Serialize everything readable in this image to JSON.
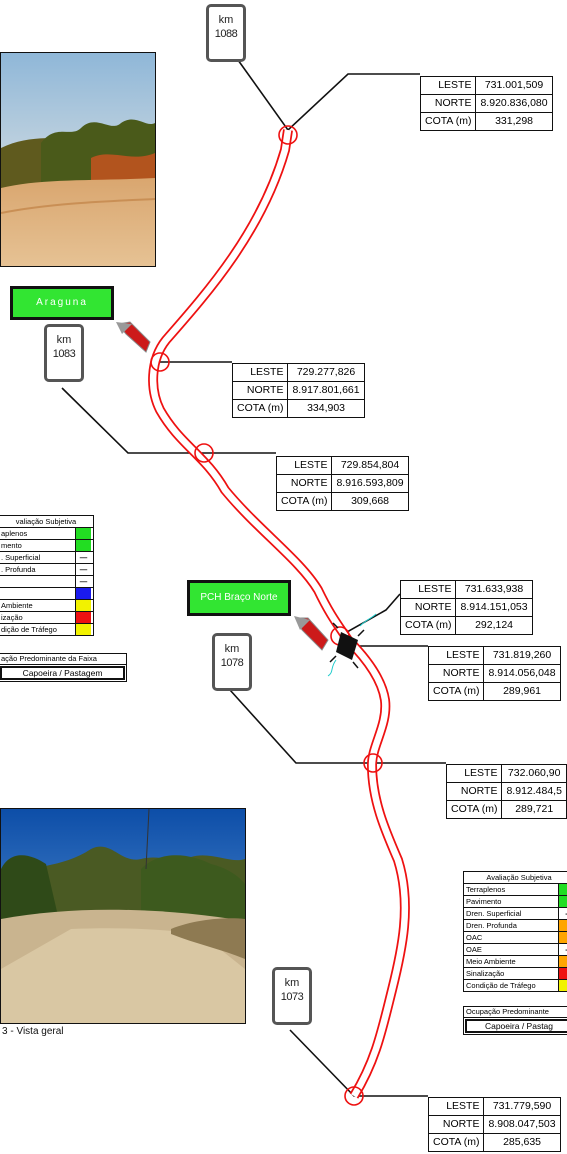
{
  "km_markers": [
    {
      "unit": "km",
      "value": "1088"
    },
    {
      "unit": "km",
      "value": "1083"
    },
    {
      "unit": "km",
      "value": "1078"
    },
    {
      "unit": "km",
      "value": "1073"
    }
  ],
  "coordinates": [
    {
      "leste_label": "LESTE",
      "leste": "731.001,509",
      "norte_label": "NORTE",
      "norte": "8.920.836,080",
      "cota_label": "COTA (m)",
      "cota": "331,298"
    },
    {
      "leste_label": "LESTE",
      "leste": "729.277,826",
      "norte_label": "NORTE",
      "norte": "8.917.801,661",
      "cota_label": "COTA (m)",
      "cota": "334,903"
    },
    {
      "leste_label": "LESTE",
      "leste": "729.854,804",
      "norte_label": "NORTE",
      "norte": "8.916.593,809",
      "cota_label": "COTA (m)",
      "cota": "309,668"
    },
    {
      "leste_label": "LESTE",
      "leste": "731.633,938",
      "norte_label": "NORTE",
      "norte": "8.914.151,053",
      "cota_label": "COTA (m)",
      "cota": "292,124"
    },
    {
      "leste_label": "LESTE",
      "leste": "731.819,260",
      "norte_label": "NORTE",
      "norte": "8.914.056,048",
      "cota_label": "COTA (m)",
      "cota": "289,961"
    },
    {
      "leste_label": "LESTE",
      "leste": "732.060,90",
      "norte_label": "NORTE",
      "norte": "8.912.484,5",
      "cota_label": "COTA (m)",
      "cota": "289,721"
    },
    {
      "leste_label": "LESTE",
      "leste": "731.779,590",
      "norte_label": "NORTE",
      "norte": "8.908.047,503",
      "cota_label": "COTA (m)",
      "cota": "285,635"
    }
  ],
  "places": {
    "arauna": "Araguna",
    "pch": "PCH Braço Norte"
  },
  "eval_left": {
    "title": "valiação Subjetiva",
    "rows": [
      {
        "label": "aplenos",
        "color": "#22dd22",
        "mark": ""
      },
      {
        "label": "mento",
        "color": "#22dd22",
        "mark": ""
      },
      {
        "label": ". Superficial",
        "color": "#ffffff",
        "mark": "—"
      },
      {
        "label": ". Profunda",
        "color": "#ffffff",
        "mark": "—"
      },
      {
        "label": "",
        "color": "#ffffff",
        "mark": "—"
      },
      {
        "label": "",
        "color": "#1a1aee",
        "mark": ""
      },
      {
        "label": "Ambiente",
        "color": "#f2f200",
        "mark": ""
      },
      {
        "label": "ização",
        "color": "#ee1111",
        "mark": ""
      },
      {
        "label": "dição de Tráfego",
        "color": "#f2f200",
        "mark": ""
      }
    ],
    "occupation_header": "ação Predominante da Faixa",
    "occupation_value": "Capoeira / Pastagem"
  },
  "eval_right": {
    "title": "Avaliação Subjetiva",
    "rows": [
      {
        "label": "Terraplenos",
        "color": "#22dd22",
        "mark": ""
      },
      {
        "label": "Pavimento",
        "color": "#22dd22",
        "mark": ""
      },
      {
        "label": "Dren. Superficial",
        "color": "#ffffff",
        "mark": "-"
      },
      {
        "label": "Dren. Profunda",
        "color": "#ffa500",
        "mark": ""
      },
      {
        "label": "OAC",
        "color": "#ffa500",
        "mark": ""
      },
      {
        "label": "OAE",
        "color": "#ffffff",
        "mark": "-"
      },
      {
        "label": "Meio Ambiente",
        "color": "#ffa500",
        "mark": ""
      },
      {
        "label": "Sinalização",
        "color": "#ee1111",
        "mark": ""
      },
      {
        "label": "Condição de Tráfego",
        "color": "#f2f200",
        "mark": ""
      }
    ],
    "occupation_header": "Ocupação Predominante",
    "occupation_value": "Capoeira / Pastag"
  },
  "photo_caption": "3 - Vista geral",
  "colors": {
    "road": "#ee1111",
    "place_bg": "#32e532",
    "arrow": "#cc1a1a"
  }
}
